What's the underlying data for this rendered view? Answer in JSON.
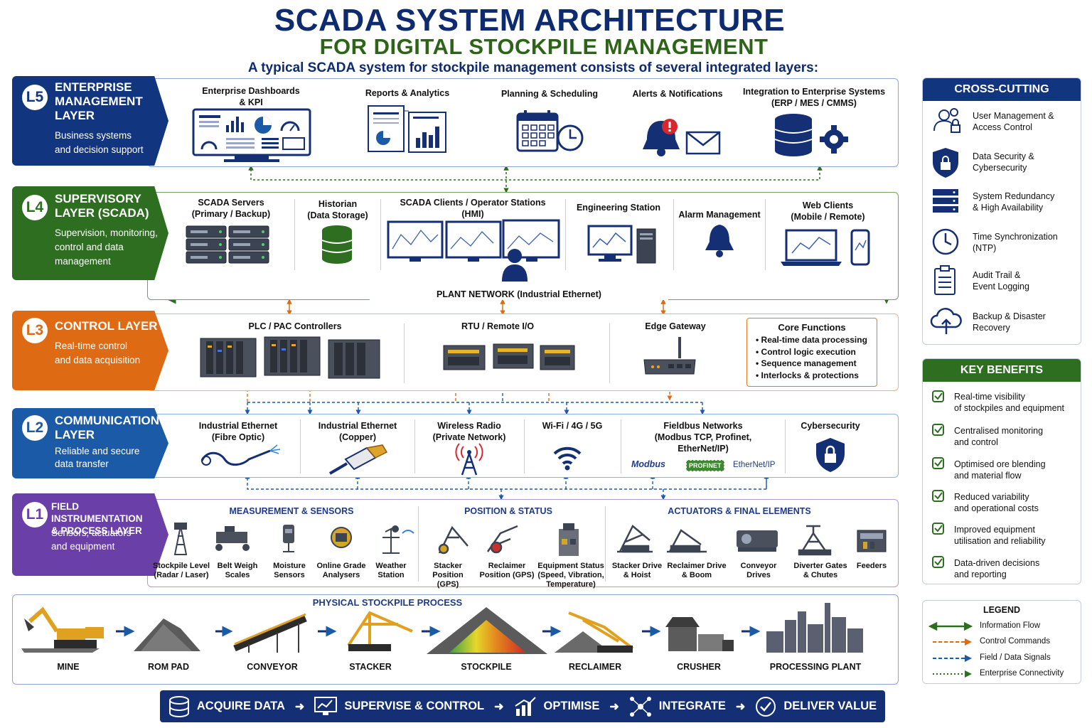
{
  "header": {
    "title": "SCADA SYSTEM ARCHITECTURE",
    "subtitle": "FOR DIGITAL STOCKPILE MANAGEMENT",
    "intro": "A typical SCADA system for stockpile management consists of several integrated layers:"
  },
  "layers": {
    "l5": {
      "num": "L5",
      "title": "ENTERPRISE\nMANAGEMENT\nLAYER",
      "desc": "Business systems\nand decision support",
      "color": "#123580",
      "items": [
        "Enterprise Dashboards\n& KPI",
        "Reports & Analytics",
        "Planning & Scheduling",
        "Alerts & Notifications",
        "Integration to Enterprise Systems\n(ERP / MES / CMMS)"
      ]
    },
    "l4": {
      "num": "L4",
      "title": "SUPERVISORY\nLAYER (SCADA)",
      "desc": "Supervision, monitoring,\ncontrol and data\nmanagement",
      "color": "#2e6e21",
      "items": [
        "SCADA Servers\n(Primary / Backup)",
        "Historian\n(Data Storage)",
        "SCADA Clients / Operator Stations\n(HMI)",
        "Engineering Station",
        "Alarm Management",
        "Web Clients\n(Mobile / Remote)"
      ],
      "network": "PLANT NETWORK  (Industrial Ethernet)"
    },
    "l3": {
      "num": "L3",
      "title": "CONTROL LAYER",
      "desc": "Real-time control\nand data acquisition",
      "color": "#df6a14",
      "items": [
        "PLC / PAC Controllers",
        "RTU / Remote I/O",
        "Edge Gateway"
      ],
      "core_title": "Core Functions",
      "core_items": [
        "Real-time data processing",
        "Control logic execution",
        "Sequence management",
        "Interlocks & protections"
      ]
    },
    "l2": {
      "num": "L2",
      "title": "COMMUNICATION\nLAYER",
      "desc": "Reliable and secure\ndata transfer",
      "color": "#1b5aa6",
      "items": [
        "Industrial Ethernet\n(Fibre Optic)",
        "Industrial Ethernet\n(Copper)",
        "Wireless Radio\n(Private Network)",
        "Wi-Fi / 4G / 5G",
        "Fieldbus Networks\n(Modbus TCP, Profinet,\nEtherNet/IP)",
        "Cybersecurity"
      ],
      "logos": [
        "Modbus",
        "PROFINET",
        "EtherNet/IP"
      ]
    },
    "l1": {
      "num": "L1",
      "title": "FIELD INSTRUMENTATION\n& PROCESS LAYER",
      "desc": "Sensors, actuators\nand equipment",
      "color": "#6b3fa8",
      "sections": [
        "MEASUREMENT & SENSORS",
        "POSITION & STATUS",
        "ACTUATORS & FINAL ELEMENTS"
      ],
      "items": [
        "Stockpile Level\n(Radar / Laser)",
        "Belt Weigh\nScales",
        "Moisture\nSensors",
        "Online Grade\nAnalysers",
        "Weather\nStation",
        "Stacker\nPosition (GPS)",
        "Reclaimer\nPosition (GPS)",
        "Equipment Status\n(Speed, Vibration,\nTemperature)",
        "Stacker Drive\n& Hoist",
        "Reclaimer Drive\n& Boom",
        "Conveyor\nDrives",
        "Diverter Gates\n& Chutes",
        "Feeders"
      ]
    }
  },
  "process": {
    "title": "PHYSICAL STOCKPILE PROCESS",
    "steps": [
      "MINE",
      "ROM PAD",
      "CONVEYOR",
      "STACKER",
      "STOCKPILE",
      "RECLAIMER",
      "CRUSHER",
      "PROCESSING PLANT"
    ]
  },
  "cross_cutting": {
    "title": "CROSS-CUTTING FEATURES",
    "color": "#123580",
    "items": [
      {
        "label": "User Management &\nAccess Control",
        "icon": "users-icon"
      },
      {
        "label": "Data Security &\nCybersecurity",
        "icon": "shield-lock-icon"
      },
      {
        "label": "System Redundancy\n& High Availability",
        "icon": "server-stack-icon"
      },
      {
        "label": "Time Synchronization\n(NTP)",
        "icon": "clock-icon"
      },
      {
        "label": "Audit Trail &\nEvent Logging",
        "icon": "clipboard-icon"
      },
      {
        "label": "Backup & Disaster\nRecovery",
        "icon": "cloud-backup-icon"
      }
    ]
  },
  "benefits": {
    "title": "KEY BENEFITS",
    "color": "#2e6e21",
    "items": [
      "Real-time visibility\nof stockpiles and equipment",
      "Centralised monitoring\nand control",
      "Optimised ore blending\nand material flow",
      "Reduced variability\nand operational costs",
      "Improved equipment\nutilisation and reliability",
      "Data-driven decisions\nand reporting"
    ]
  },
  "legend": {
    "title": "LEGEND",
    "items": [
      {
        "label": "Information Flow",
        "color": "#2e6e21",
        "style": "solid"
      },
      {
        "label": "Control Commands",
        "color": "#df6a14",
        "style": "dash"
      },
      {
        "label": "Field / Data Signals",
        "color": "#1b5aa6",
        "style": "dash"
      },
      {
        "label": "Enterprise Connectivity",
        "color": "#2e6e21",
        "style": "dot"
      }
    ]
  },
  "value_chain": [
    "ACQUIRE DATA",
    "SUPERVISE & CONTROL",
    "OPTIMISE",
    "INTEGRATE",
    "DELIVER VALUE"
  ]
}
